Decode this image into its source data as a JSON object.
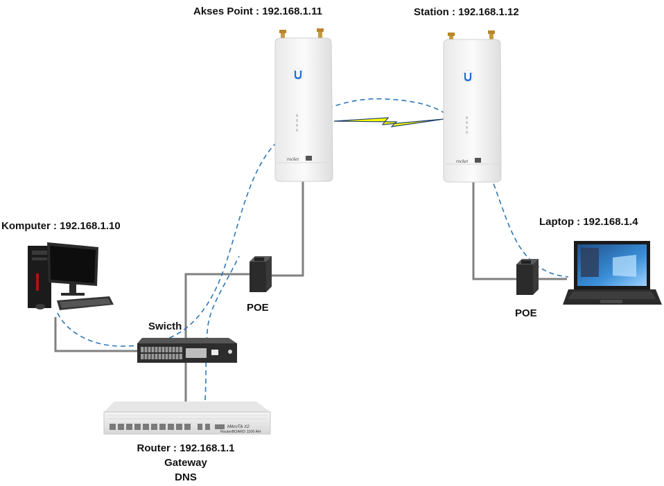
{
  "labels": {
    "access_point": "Akses Point : 192.168.1.11",
    "station": "Station : 192.168.1.12",
    "computer": "Komputer : 192.168.1.10",
    "laptop": "Laptop : 192.168.1.4",
    "poe_left": "POE",
    "poe_right": "POE",
    "switch": "Swicth",
    "router": [
      "Router : 192.168.1.1",
      "Gateway",
      "DNS"
    ]
  },
  "device_text": {
    "ap_brand": "rocket",
    "station_brand": "rocket",
    "router_model": "RouterBOARD 1100 AH",
    "router_brand": "MikroTik X2"
  },
  "colors": {
    "cable": "#7f7f7f",
    "data_path": "#2e75b6",
    "wireless_link": "#ffff00",
    "ubiquiti_blue": "#1f6fd6"
  },
  "icons": [
    "access-point-antenna-icon",
    "station-antenna-icon",
    "computer-icon",
    "laptop-icon",
    "poe-injector-icon",
    "network-switch-icon",
    "router-icon",
    "wireless-link-icon"
  ]
}
